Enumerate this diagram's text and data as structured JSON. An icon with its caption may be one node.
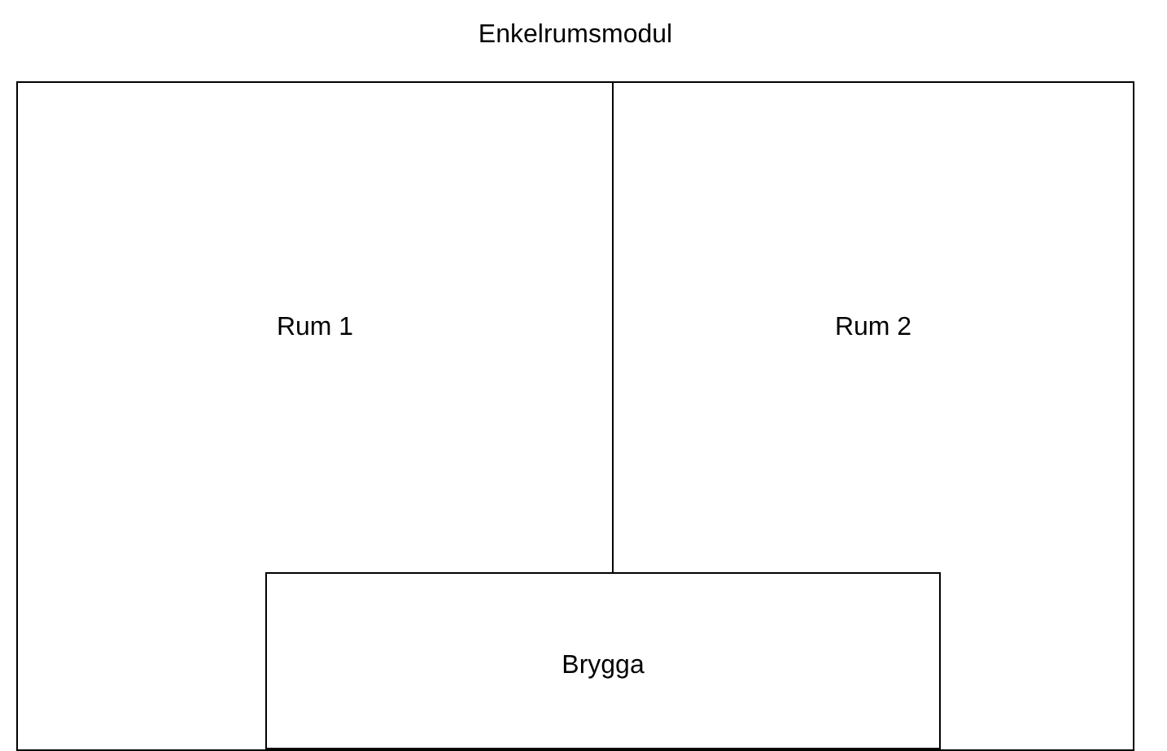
{
  "diagram": {
    "nodes": [
      {
        "text": [
          "Enkelrumsmodul"
        ]
      },
      {
        "text": [
          "Rum 1"
        ],
        "in": 0
      },
      {
        "text": [
          "Rum 2"
        ],
        "in": 0
      },
      {
        "text": [
          "Brygga"
        ],
        "in": 0
      }
    ]
  }
}
